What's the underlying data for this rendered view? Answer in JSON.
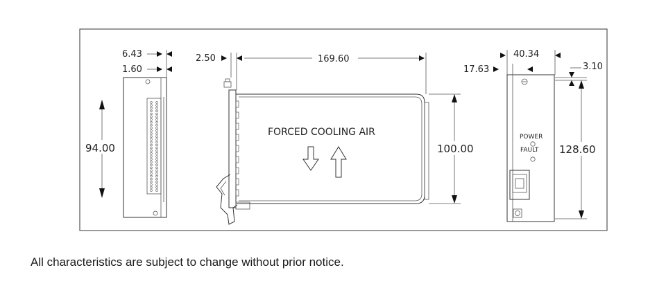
{
  "dimensions": {
    "left_top_1": "6.43",
    "left_top_2": "1.60",
    "left_height": "94.00",
    "card_offset": "2.50",
    "card_length": "169.60",
    "card_height": "100.00",
    "front_width": "40.34",
    "front_offset": "17.63",
    "front_gap": "3.10",
    "front_height": "128.60"
  },
  "labels": {
    "airflow": "FORCED COOLING AIR",
    "power": "POWER",
    "fault": "FAULT"
  },
  "footer": {
    "note": "All characteristics are subject to change without prior notice."
  }
}
